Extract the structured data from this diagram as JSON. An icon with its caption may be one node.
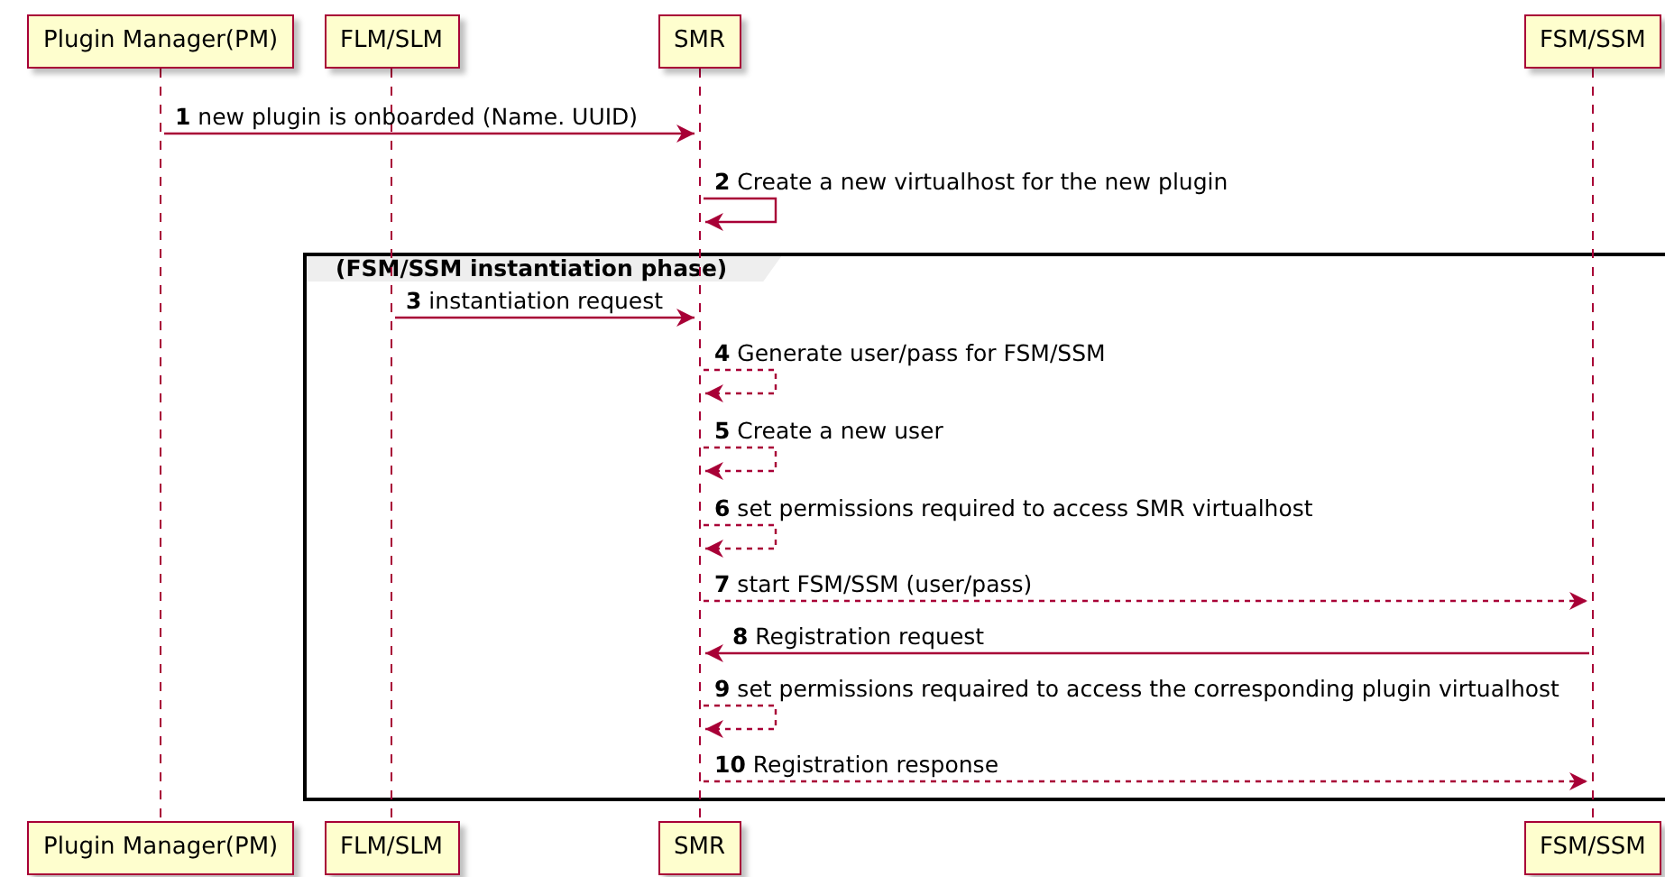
{
  "diagram": {
    "nodes": [
      {
        "text": [
          "Plugin Manager(PM)"
        ]
      },
      {
        "text": [
          "FLM/SLM"
        ]
      },
      {
        "text": [
          "SMR"
        ]
      },
      {
        "text": [
          "FSM/SSM"
        ]
      },
      {
        "text": [
          "Plugin Manager(PM)"
        ]
      },
      {
        "text": [
          "FLM/SLM"
        ]
      },
      {
        "text": [
          "SMR"
        ]
      },
      {
        "text": [
          "FSM/SSM"
        ]
      },
      {
        "text": [],
        "shape": "line"
      },
      {
        "text": [],
        "shape": "line"
      },
      {
        "text": [],
        "shape": "line"
      },
      {
        "text": [],
        "shape": "line"
      }
    ],
    "edges": [
      {
        "from": 8,
        "to": 10,
        "arrow": "to",
        "label": "**1** new plugin is onboarded (Name. UUID)"
      },
      {
        "from": 10,
        "to": 10,
        "arrow": "to",
        "label": "**2** Create a new virtualhost for the new plugin"
      },
      {
        "from": 9,
        "to": 10,
        "arrow": "to",
        "label": "**3** instantiation request"
      },
      {
        "from": 10,
        "to": 10,
        "arrow": "to",
        "style": "dashed",
        "label": "**4** Generate user/pass for FSM/SSM"
      },
      {
        "from": 10,
        "to": 10,
        "arrow": "to",
        "style": "dashed",
        "label": "**5** Create a new user"
      },
      {
        "from": 10,
        "to": 10,
        "arrow": "to",
        "style": "dashed",
        "label": "**6** set permissions required to access SMR virtualhost"
      },
      {
        "from": 10,
        "to": 11,
        "arrow": "to",
        "style": "dashed",
        "label": "**7** start FSM/SSM (user/pass)"
      },
      {
        "from": 11,
        "to": 10,
        "arrow": "to",
        "label": "**8** Registration request"
      },
      {
        "from": 10,
        "to": 10,
        "arrow": "to",
        "style": "dashed",
        "label": "**9** set permissions requaired to access the corresponding plugin virtualhost"
      },
      {
        "from": 10,
        "to": 11,
        "arrow": "to",
        "style": "dashed",
        "label": "**10** Registration response"
      }
    ],
    "labels": [
      "(FSM/SSM instantiation phase)"
    ]
  }
}
